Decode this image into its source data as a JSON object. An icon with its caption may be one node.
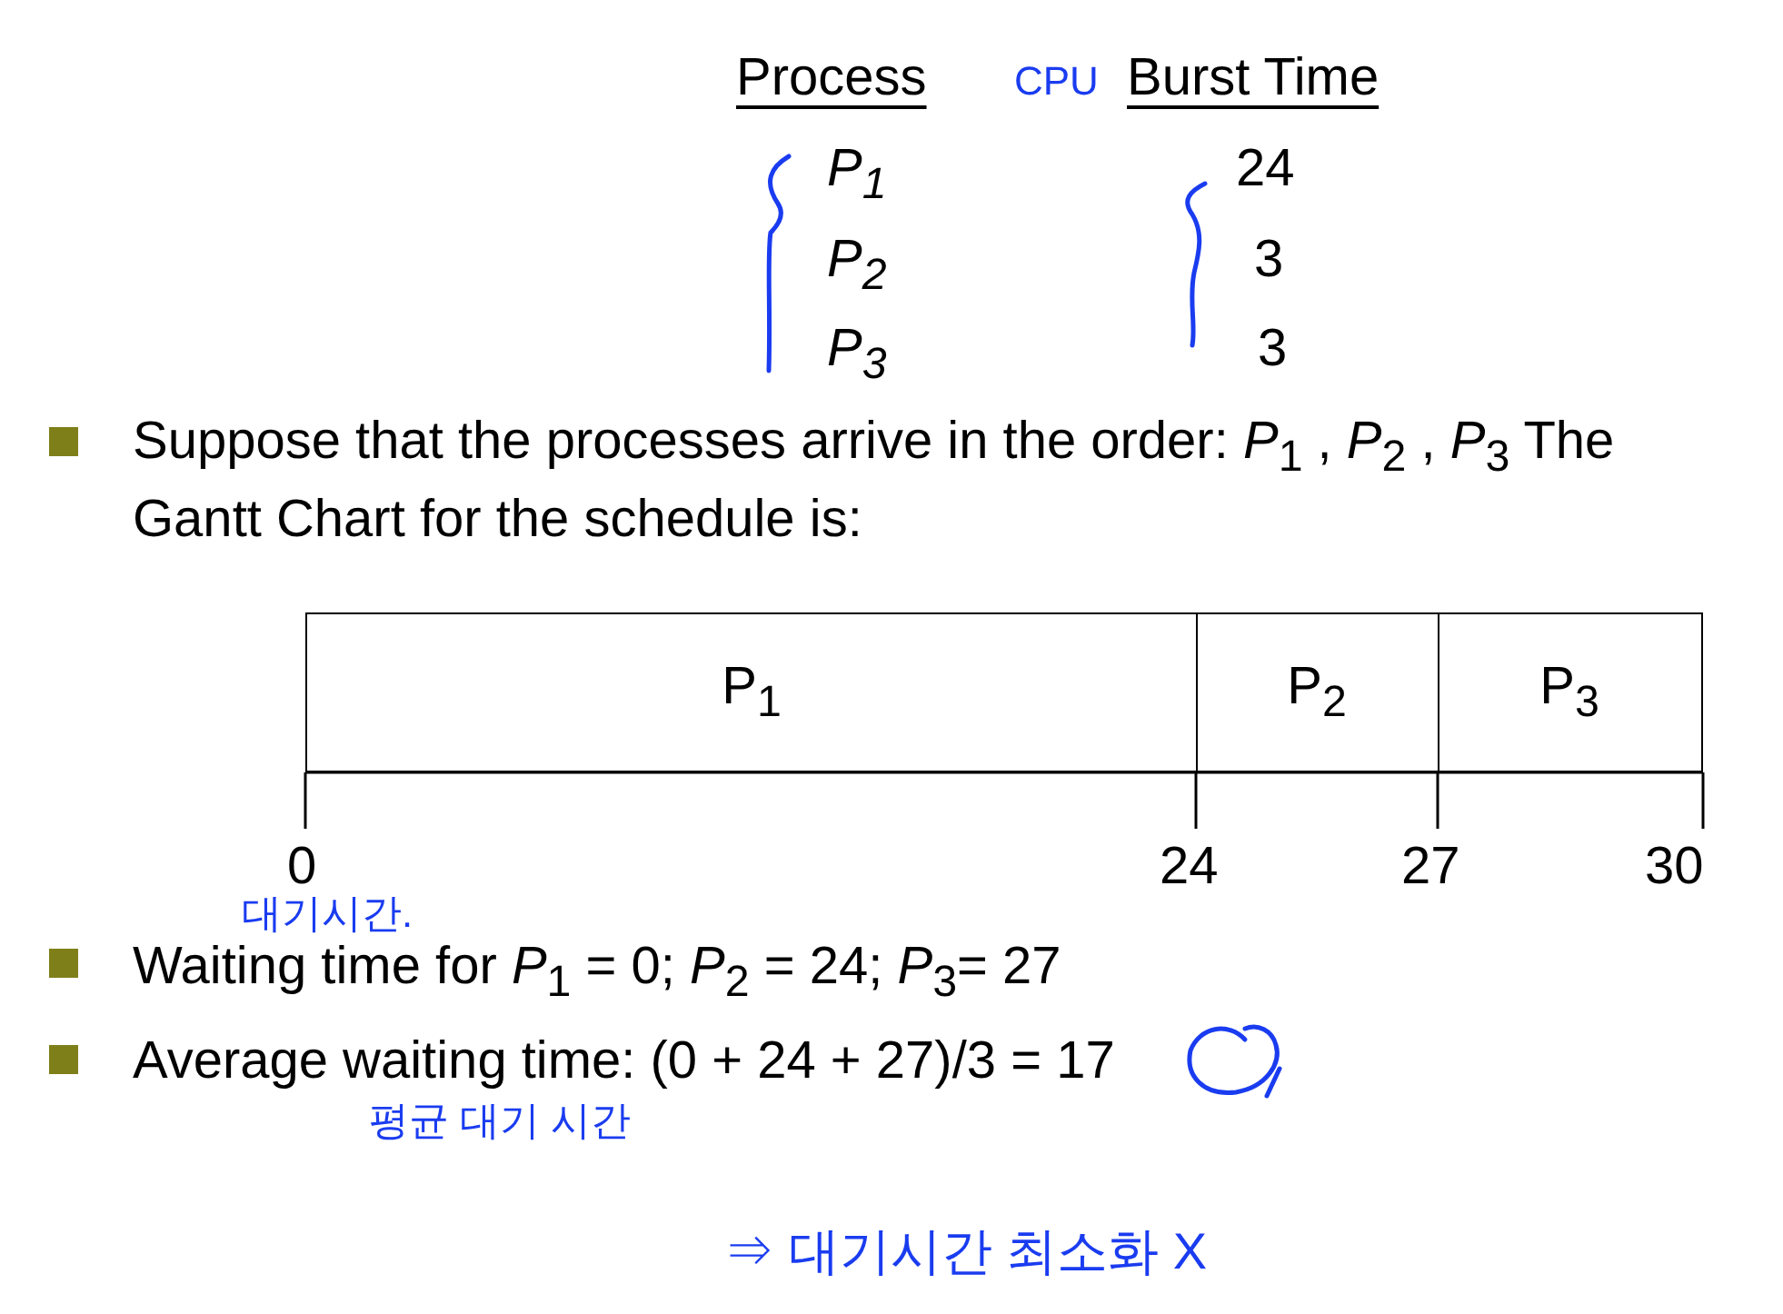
{
  "diagram": {
    "nodes": [
      {
        "text": [
          "P$_{1}$"
        ]
      },
      {
        "text": [
          "P$_{2}$"
        ]
      },
      {
        "text": [
          "P$_{3}$"
        ]
      }
    ],
    "labels": [
      "Process",
      "CPU",
      "Burst Time",
      "P$_{1}$",
      "24",
      "P$_{2}$",
      "3",
      "P$_{3}$",
      "3",
      "Suppose that the processes arrive in the order: *P*$_{1}$ , *P*$_{2}$ , *P*$_{3}$ The Gantt Chart for the schedule is:",
      "0",
      "24",
      "27",
      "30",
      "대기시간.",
      "Waiting time for *P*$_{1}$  = 0; *P*$_{2}$  = 24; *P*$_{3}$= 27",
      "Average waiting time:  (0 + 24 + 27)/3 = 17",
      "평균 대기 시간",
      "⇒ 대기시간 최소화 X"
    ]
  }
}
